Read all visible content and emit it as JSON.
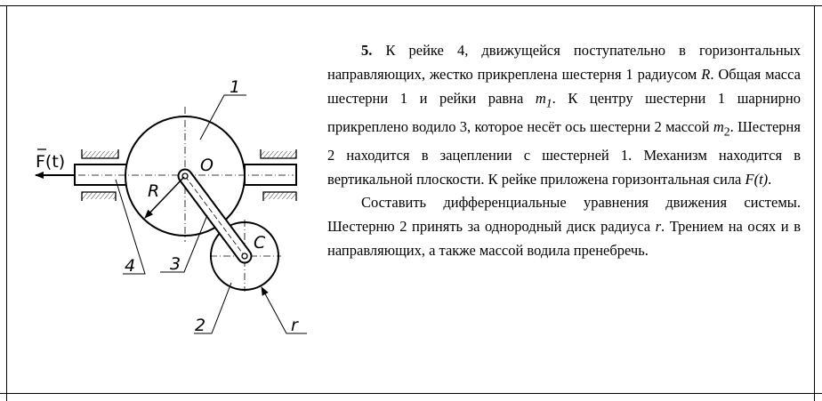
{
  "problem": {
    "number": "5.",
    "p1": [
      " К рейке 4, движущейся поступательно в горизонтальных направляющих, жестко прикреплена шестерня 1 радиусом ",
      "R",
      ". Общая масса шестерни 1 и рейки равна ",
      "m",
      "1",
      ". К центру шестерни 1 шарнирно прикреплено водило 3, которое несёт ось шестерни 2 массой ",
      "m",
      "2",
      ". Шестерня 2 находится в зацеплении с шестерней 1. Механизм находится в вертикальной плоскости. К рейке приложена горизонтальная сила ",
      "F(t)",
      "."
    ],
    "p2": [
      "Составить дифференциальные уравнения движения системы. Шестерню 2 принять за однородный диск радиуса ",
      "r",
      ". Трением на осях и в направляющих, а также массой водила пренебречь."
    ]
  },
  "diagram": {
    "force_label": "F(t)",
    "labels": {
      "gear1": "1",
      "gear2": "2",
      "carrier": "3",
      "rack": "4",
      "center_o": "O",
      "center_c": "C",
      "radius_big": "R",
      "radius_small": "r"
    }
  }
}
